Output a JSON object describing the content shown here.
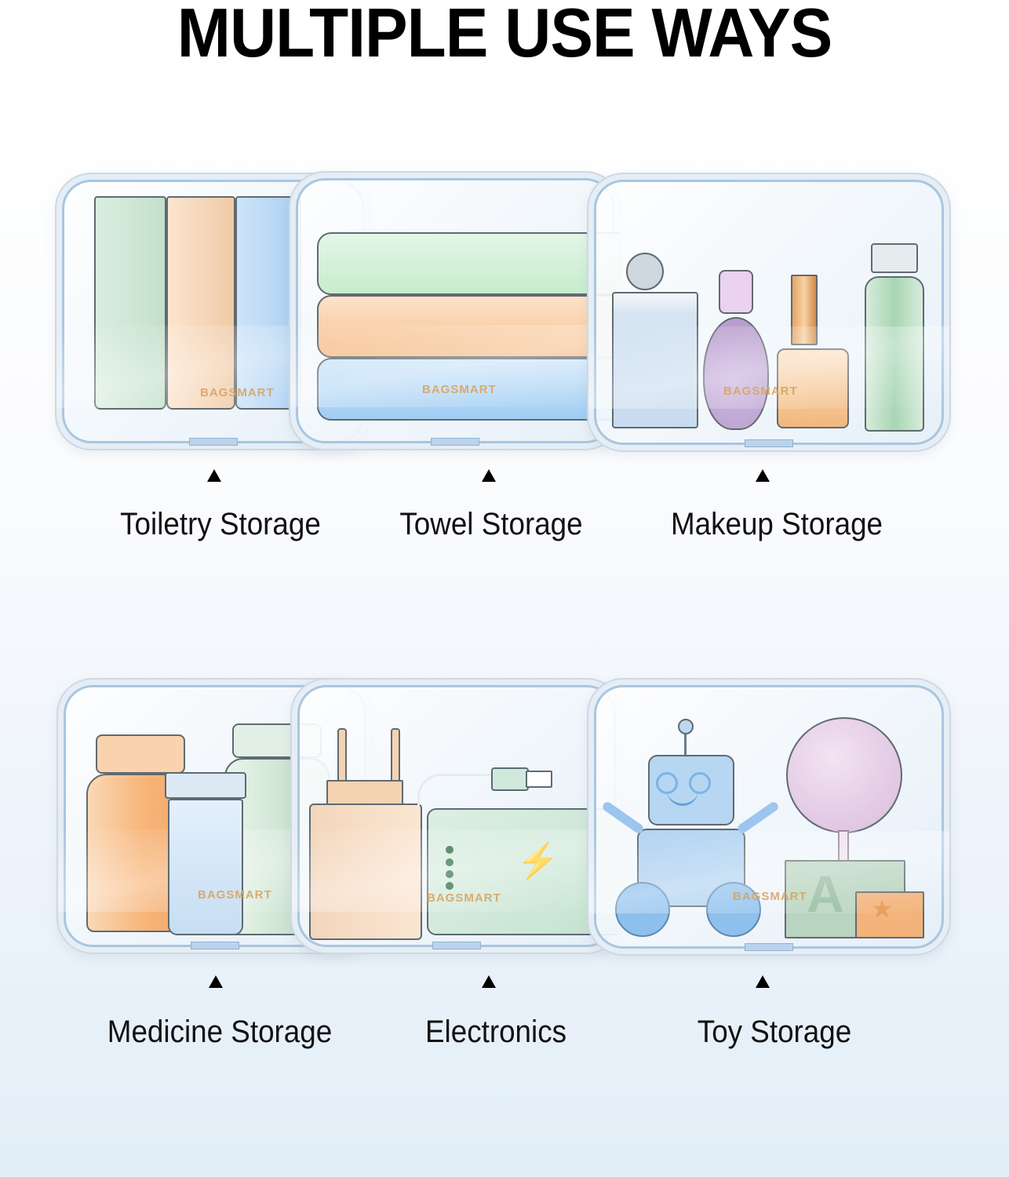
{
  "header": {
    "title": "MULTIPLE USE WAYS"
  },
  "brand_watermark": "BAGSMART",
  "colors": {
    "bag_border": "#a9c6e0",
    "watermark": "#d9a464",
    "green": "#cfe8d4",
    "peach": "#f6d6b4",
    "blue": "#bcdaf4",
    "purple": "#d9c4e6",
    "orange": "#f2b47a"
  },
  "uses": [
    {
      "label": "Toiletry Storage",
      "caret": "▲",
      "contents": "travel tubes"
    },
    {
      "label": "Towel Storage",
      "caret": "▲",
      "contents": "folded towels"
    },
    {
      "label": "Makeup Storage",
      "caret": "▲",
      "contents": "perfume bottles"
    },
    {
      "label": "Medicine Storage",
      "caret": "▲",
      "contents": "pill bottles"
    },
    {
      "label": "Electronics",
      "caret": "▲",
      "contents": "charger and power bank"
    },
    {
      "label": "Toy Storage",
      "caret": "▲",
      "contents": "robot, lollipop and blocks"
    }
  ]
}
